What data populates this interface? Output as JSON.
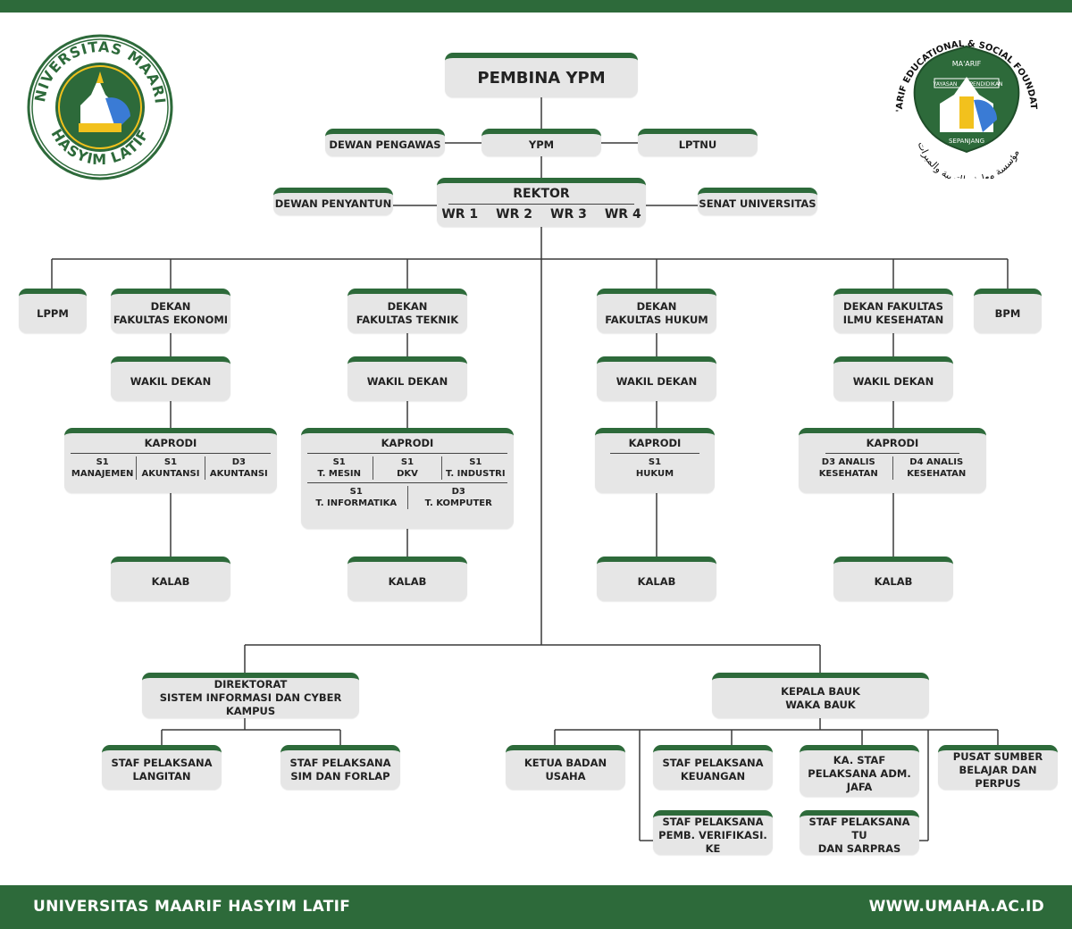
{
  "colors": {
    "brand_green": "#2d6a3a",
    "box_fill": "#e6e6e6",
    "gold": "#f2c11d"
  },
  "logo_left": {
    "text_top": "UNIVERSITAS MAARIF",
    "text_bottom": "HASYIM LATIF"
  },
  "logo_right": {
    "arc_text": "MA'ARIF EDUCATIONAL & SOCIAL FOUNDATION",
    "arabic_text": "مؤسسة معارف للتربية والمبرات",
    "inner_top": "MA'ARIF",
    "label_left": "YAYASAN",
    "label_right": "PENDIDIKAN",
    "label_bottom": "SEPANJANG"
  },
  "org": {
    "pembina": "PEMBINA YPM",
    "dewan_pengawas": "DEWAN PENGAWAS",
    "ypm": "YPM",
    "lptnu": "LPTNU",
    "dewan_penyantun": "DEWAN PENYANTUN",
    "rektor": {
      "title": "REKTOR",
      "wr": [
        "WR 1",
        "WR 2",
        "WR 3",
        "WR 4"
      ]
    },
    "senat": "SENAT UNIVERSITAS",
    "lppm": "LPPM",
    "bpm": "BPM",
    "wakil_dekan": "WAKIL DEKAN",
    "kaprodi": "KAPRODI",
    "kalab": "KALAB",
    "ekonomi": {
      "dekan": [
        "DEKAN",
        "FAKULTAS EKONOMI"
      ],
      "prodi": [
        [
          "S1",
          "MANAJEMEN"
        ],
        [
          "S1",
          "AKUNTANSI"
        ],
        [
          "D3",
          "AKUNTANSI"
        ]
      ]
    },
    "teknik": {
      "dekan": [
        "DEKAN",
        "FAKULTAS TEKNIK"
      ],
      "prodi_row1": [
        [
          "S1",
          "T. MESIN"
        ],
        [
          "S1",
          "DKV"
        ],
        [
          "S1",
          "T. INDUSTRI"
        ]
      ],
      "prodi_row2": [
        [
          "S1",
          "T. INFORMATIKA"
        ],
        [
          "D3",
          "T. KOMPUTER"
        ]
      ]
    },
    "hukum": {
      "dekan": [
        "DEKAN",
        "FAKULTAS HUKUM"
      ],
      "prodi": [
        [
          "S1",
          "HUKUM"
        ]
      ]
    },
    "kesehatan": {
      "dekan": [
        "DEKAN FAKULTAS",
        "ILMU KESEHATAN"
      ],
      "prodi": [
        [
          "D3 ANALIS",
          "KESEHATAN"
        ],
        [
          "D4 ANALIS",
          "KESEHATAN"
        ]
      ]
    },
    "direktorat": [
      "DIREKTORAT",
      "SISTEM INFORMASI DAN CYBER KAMPUS"
    ],
    "staf_langitan": [
      "STAF PELAKSANA",
      "LANGITAN"
    ],
    "staf_sim": [
      "STAF PELAKSANA",
      "SIM DAN FORLAP"
    ],
    "bauk": [
      "KEPALA BAUK",
      "WAKA BAUK"
    ],
    "ketua_badan": [
      "KETUA BADAN",
      "USAHA"
    ],
    "staf_keuangan": [
      "STAF PELAKSANA",
      "KEUANGAN"
    ],
    "ka_staf": [
      "KA. STAF",
      "PELAKSANA ADM.",
      "JAFA"
    ],
    "pusat_sumber": [
      "PUSAT SUMBER",
      "BELAJAR DAN PERPUS"
    ],
    "staf_verifikasi": [
      "STAF PELAKSANA",
      "PEMB. VERIFIKASI. KE"
    ],
    "staf_tu": [
      "STAF PELAKSANA TU",
      "DAN SARPRAS"
    ]
  },
  "footer": {
    "left": "UNIVERSITAS MAARIF HASYIM LATIF",
    "right": "WWW.UMAHA.AC.ID"
  }
}
